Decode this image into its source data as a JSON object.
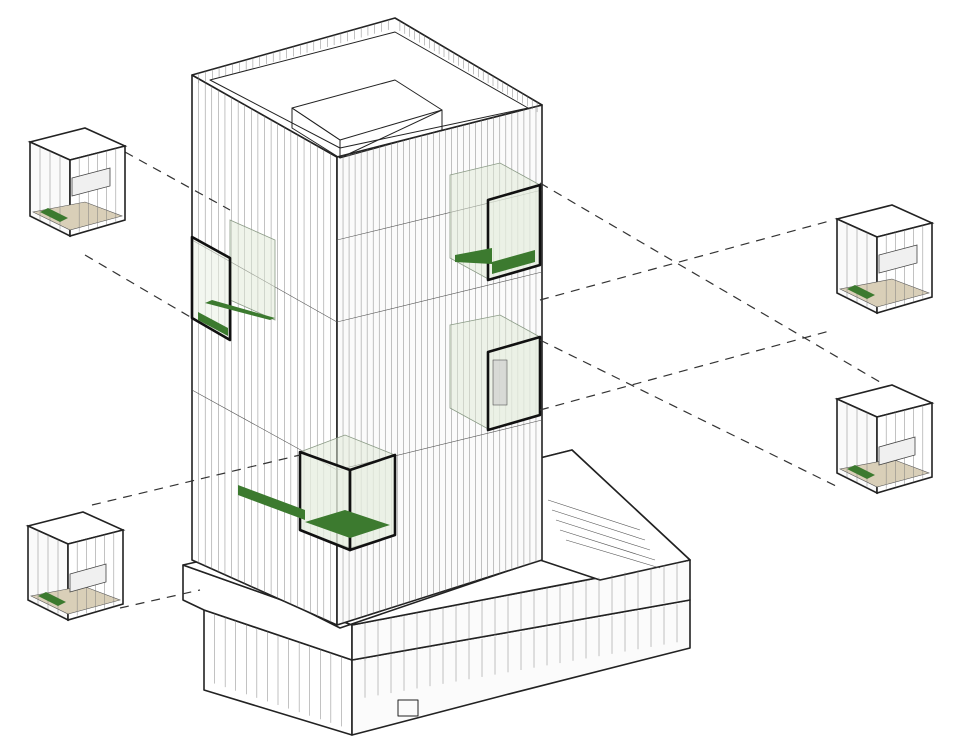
{
  "diagram": {
    "colors": {
      "line": "#222222",
      "terrace_green": "#3c7a2f",
      "glass_tint": "#e9f0e3",
      "background": "#ffffff"
    },
    "callout_modules": [
      {
        "id": "module-top-left",
        "side": "left"
      },
      {
        "id": "module-bottom-left",
        "side": "left"
      },
      {
        "id": "module-top-right",
        "side": "right"
      },
      {
        "id": "module-bottom-right",
        "side": "right"
      }
    ],
    "highlighted_terraces": [
      "terrace-upper-left",
      "terrace-upper-right",
      "terrace-middle-right",
      "terrace-lower-front"
    ]
  }
}
